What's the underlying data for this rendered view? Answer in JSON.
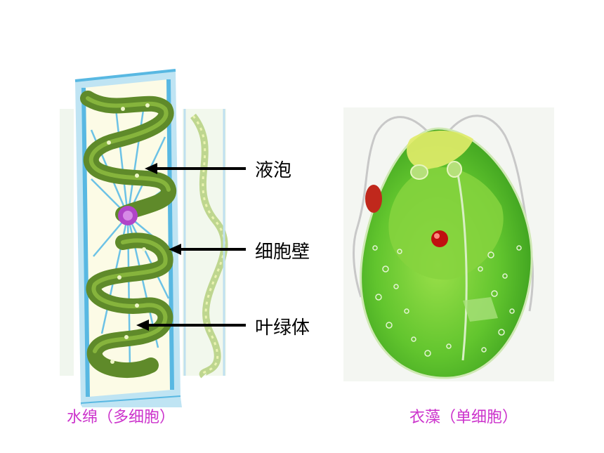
{
  "labels": {
    "vacuole": "液泡",
    "cell_wall": "细胞壁",
    "chloroplast": "叶绿体"
  },
  "captions": {
    "left": "水绵（多细胞）",
    "right": "衣藻（单细胞）"
  }
}
